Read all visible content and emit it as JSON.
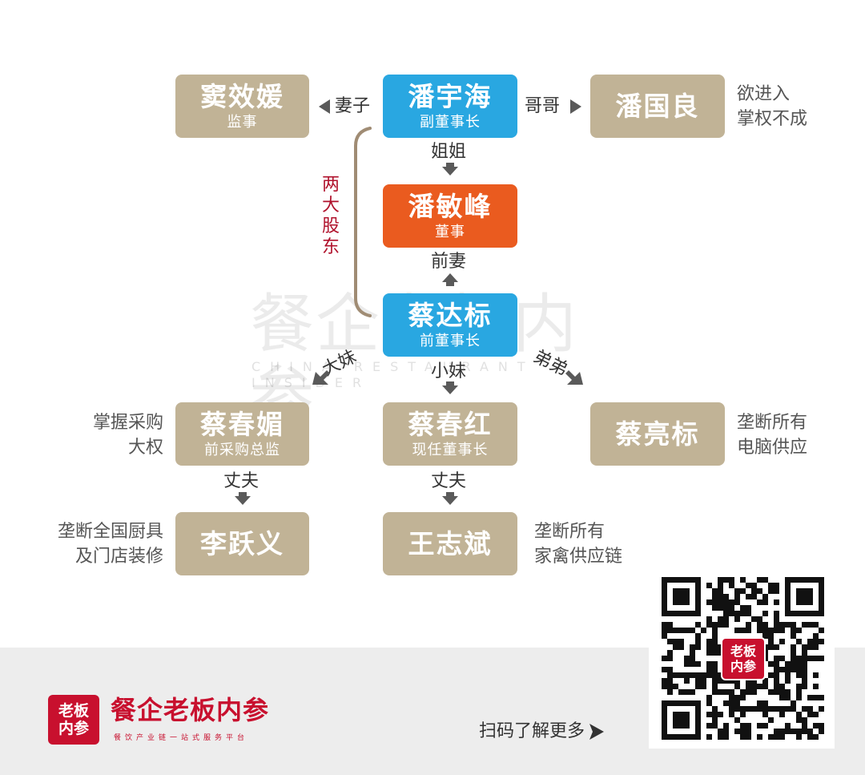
{
  "people": {
    "pan_yuhai": {
      "name": "潘宇海",
      "role": "副董事长",
      "color": "#29a7e1"
    },
    "pan_minfeng": {
      "name": "潘敏峰",
      "role": "董事",
      "color": "#ea5b1f"
    },
    "cai_dabiao": {
      "name": "蔡达标",
      "role": "前董事长",
      "color": "#29a7e1"
    },
    "dou_xiaoyun": {
      "name": "窦效媛",
      "role": "监事"
    },
    "pan_guoliang": {
      "name": "潘国良",
      "role": ""
    },
    "cai_chunmei": {
      "name": "蔡春媚",
      "role": "前采购总监"
    },
    "cai_chunhong": {
      "name": "蔡春红",
      "role": "现任董事长"
    },
    "cai_liangbiao": {
      "name": "蔡亮标",
      "role": ""
    },
    "li_yueyi": {
      "name": "李跃义",
      "role": ""
    },
    "wang_zhibin": {
      "name": "王志斌",
      "role": ""
    }
  },
  "relations": {
    "wife": "妻子",
    "elder_brother": "哥哥",
    "elder_sister": "姐姐",
    "ex_wife": "前妻",
    "eldest_sister": "大妹",
    "youngest_sister": "小妹",
    "younger_brother": "弟弟",
    "husband_1": "丈夫",
    "husband_2": "丈夫"
  },
  "notes": {
    "pan_guoliang": [
      "欲进入",
      "掌权不成"
    ],
    "cai_chunmei": [
      "掌握采购",
      "大权"
    ],
    "cai_liangbiao": [
      "垄断所有",
      "电脑供应"
    ],
    "li_yueyi": [
      "垄断全国厨具",
      "及门店装修"
    ],
    "wang_zhibin": [
      "垄断所有",
      "家禽供应链"
    ]
  },
  "shareholders_label": [
    "两",
    "大",
    "股",
    "东"
  ],
  "watermark": {
    "title": "餐企老板内参",
    "subtitle": "CHINA RESTAURANT INSIDER"
  },
  "footer": {
    "logo_mark": [
      "老板",
      "内参"
    ],
    "brand": "餐企老板内参",
    "tagline": "餐饮产业链一站式服务平台",
    "scan_text": "扫码了解更多"
  },
  "colors": {
    "beige": "#c1b396",
    "blue": "#29a7e1",
    "orange": "#ea5b1f",
    "accent_red": "#c8102e",
    "bracket": "#a08c74"
  }
}
